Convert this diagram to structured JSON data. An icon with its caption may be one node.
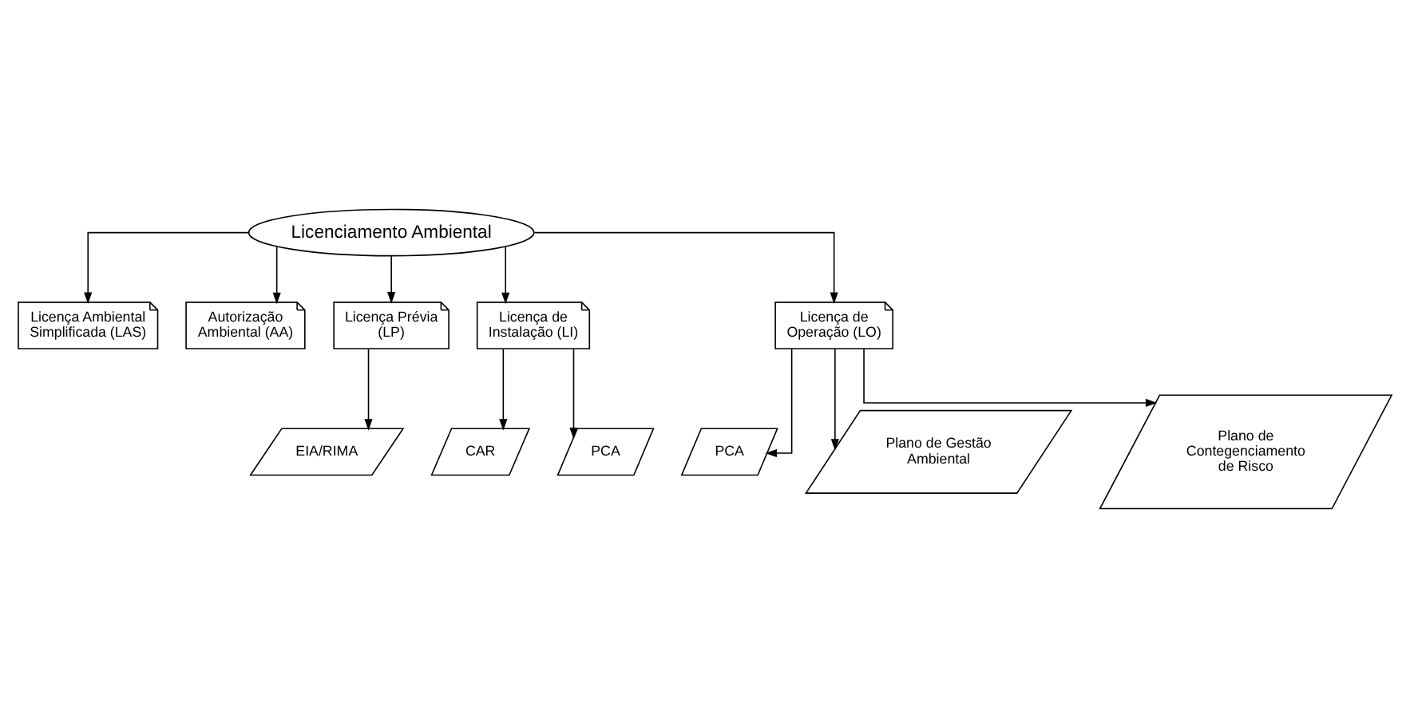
{
  "diagram": {
    "nodes": [
      {
        "text": [
          "Licenciamento Ambiental"
        ]
      },
      {
        "text": [
          "Licença Ambiental Simplificada (LAS)"
        ]
      },
      {
        "text": [
          "Autorização Ambiental (AA)"
        ]
      },
      {
        "text": [
          "Licença Prévia (LP)"
        ]
      },
      {
        "text": [
          "Licença de Instalação (LI)"
        ]
      },
      {
        "text": [
          "Licença de Operação (LO)"
        ]
      },
      {
        "text": [
          "EIA/RIMA"
        ]
      },
      {
        "text": [
          "CAR"
        ]
      },
      {
        "text": [
          "PCA"
        ]
      },
      {
        "text": [
          "PCA"
        ]
      },
      {
        "text": [
          "Plano de Gestão Ambiental"
        ]
      },
      {
        "text": [
          "Plano de Contegenciamento de Risco"
        ]
      }
    ],
    "edges": [
      {
        "from": 0,
        "to": 1,
        "arrow": "to"
      },
      {
        "from": 0,
        "to": 2,
        "arrow": "to"
      },
      {
        "from": 0,
        "to": 3,
        "arrow": "to"
      },
      {
        "from": 0,
        "to": 4,
        "arrow": "to"
      },
      {
        "from": 0,
        "to": 5,
        "arrow": "to"
      },
      {
        "from": 3,
        "to": 6,
        "arrow": "to"
      },
      {
        "from": 4,
        "to": 7,
        "arrow": "to"
      },
      {
        "from": 4,
        "to": 8,
        "arrow": "to"
      },
      {
        "from": 5,
        "to": 9,
        "arrow": "to"
      },
      {
        "from": 5,
        "to": 10,
        "arrow": "to"
      },
      {
        "from": 5,
        "to": 11,
        "arrow": "to"
      }
    ]
  }
}
